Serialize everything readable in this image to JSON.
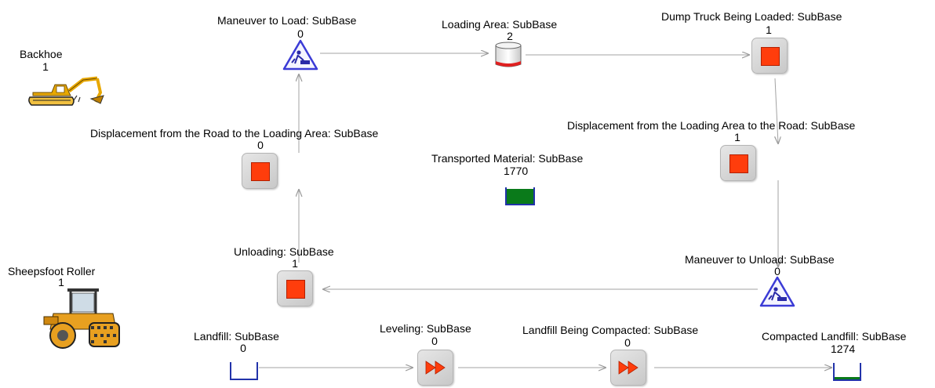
{
  "resources": {
    "backhoe": {
      "label": "Backhoe",
      "count": "1",
      "icon": "backhoe-icon",
      "color": "#e8a800"
    },
    "roller": {
      "label": "Sheepsfoot Roller",
      "count": "1",
      "icon": "roller-icon",
      "color": "#e8a020"
    }
  },
  "nodes": {
    "maneuver_load": {
      "label": "Maneuver to Load: SubBase",
      "count": "0",
      "type": "condition"
    },
    "loading_area": {
      "label": "Loading Area: SubBase",
      "count": "2",
      "type": "queue"
    },
    "truck_loaded": {
      "label": "Dump Truck Being Loaded: SubBase",
      "count": "1",
      "type": "combi"
    },
    "disp_road_to_loading": {
      "label": "Displacement from the Road to the Loading Area: SubBase",
      "count": "0",
      "type": "combi"
    },
    "disp_loading_to_road": {
      "label": "Displacement from the Loading Area to the Road: SubBase",
      "count": "1",
      "type": "combi"
    },
    "transported": {
      "label": "Transported Material: SubBase",
      "count": "1770",
      "type": "statistics"
    },
    "unloading": {
      "label": "Unloading: SubBase",
      "count": "1",
      "type": "combi"
    },
    "maneuver_unload": {
      "label": "Maneuver to Unload:  SubBase",
      "count": "0",
      "type": "condition"
    },
    "landfill": {
      "label": "Landfill: SubBase",
      "count": "0",
      "type": "consolidate"
    },
    "leveling": {
      "label": "Leveling: SubBase",
      "count": "0",
      "type": "normal"
    },
    "landfill_compacted": {
      "label": "Landfill Being Compacted: SubBase",
      "count": "0",
      "type": "normal"
    },
    "compacted": {
      "label": "Compacted Landfill: SubBase",
      "count": "1274",
      "type": "consolidate"
    }
  },
  "colors": {
    "combi_fill": "#ff3d0c",
    "stat_fill": "#0a7a1a",
    "queue_base": "#e02020",
    "arrow": "#a0a0a0",
    "triangle": "#3b3bd6"
  }
}
